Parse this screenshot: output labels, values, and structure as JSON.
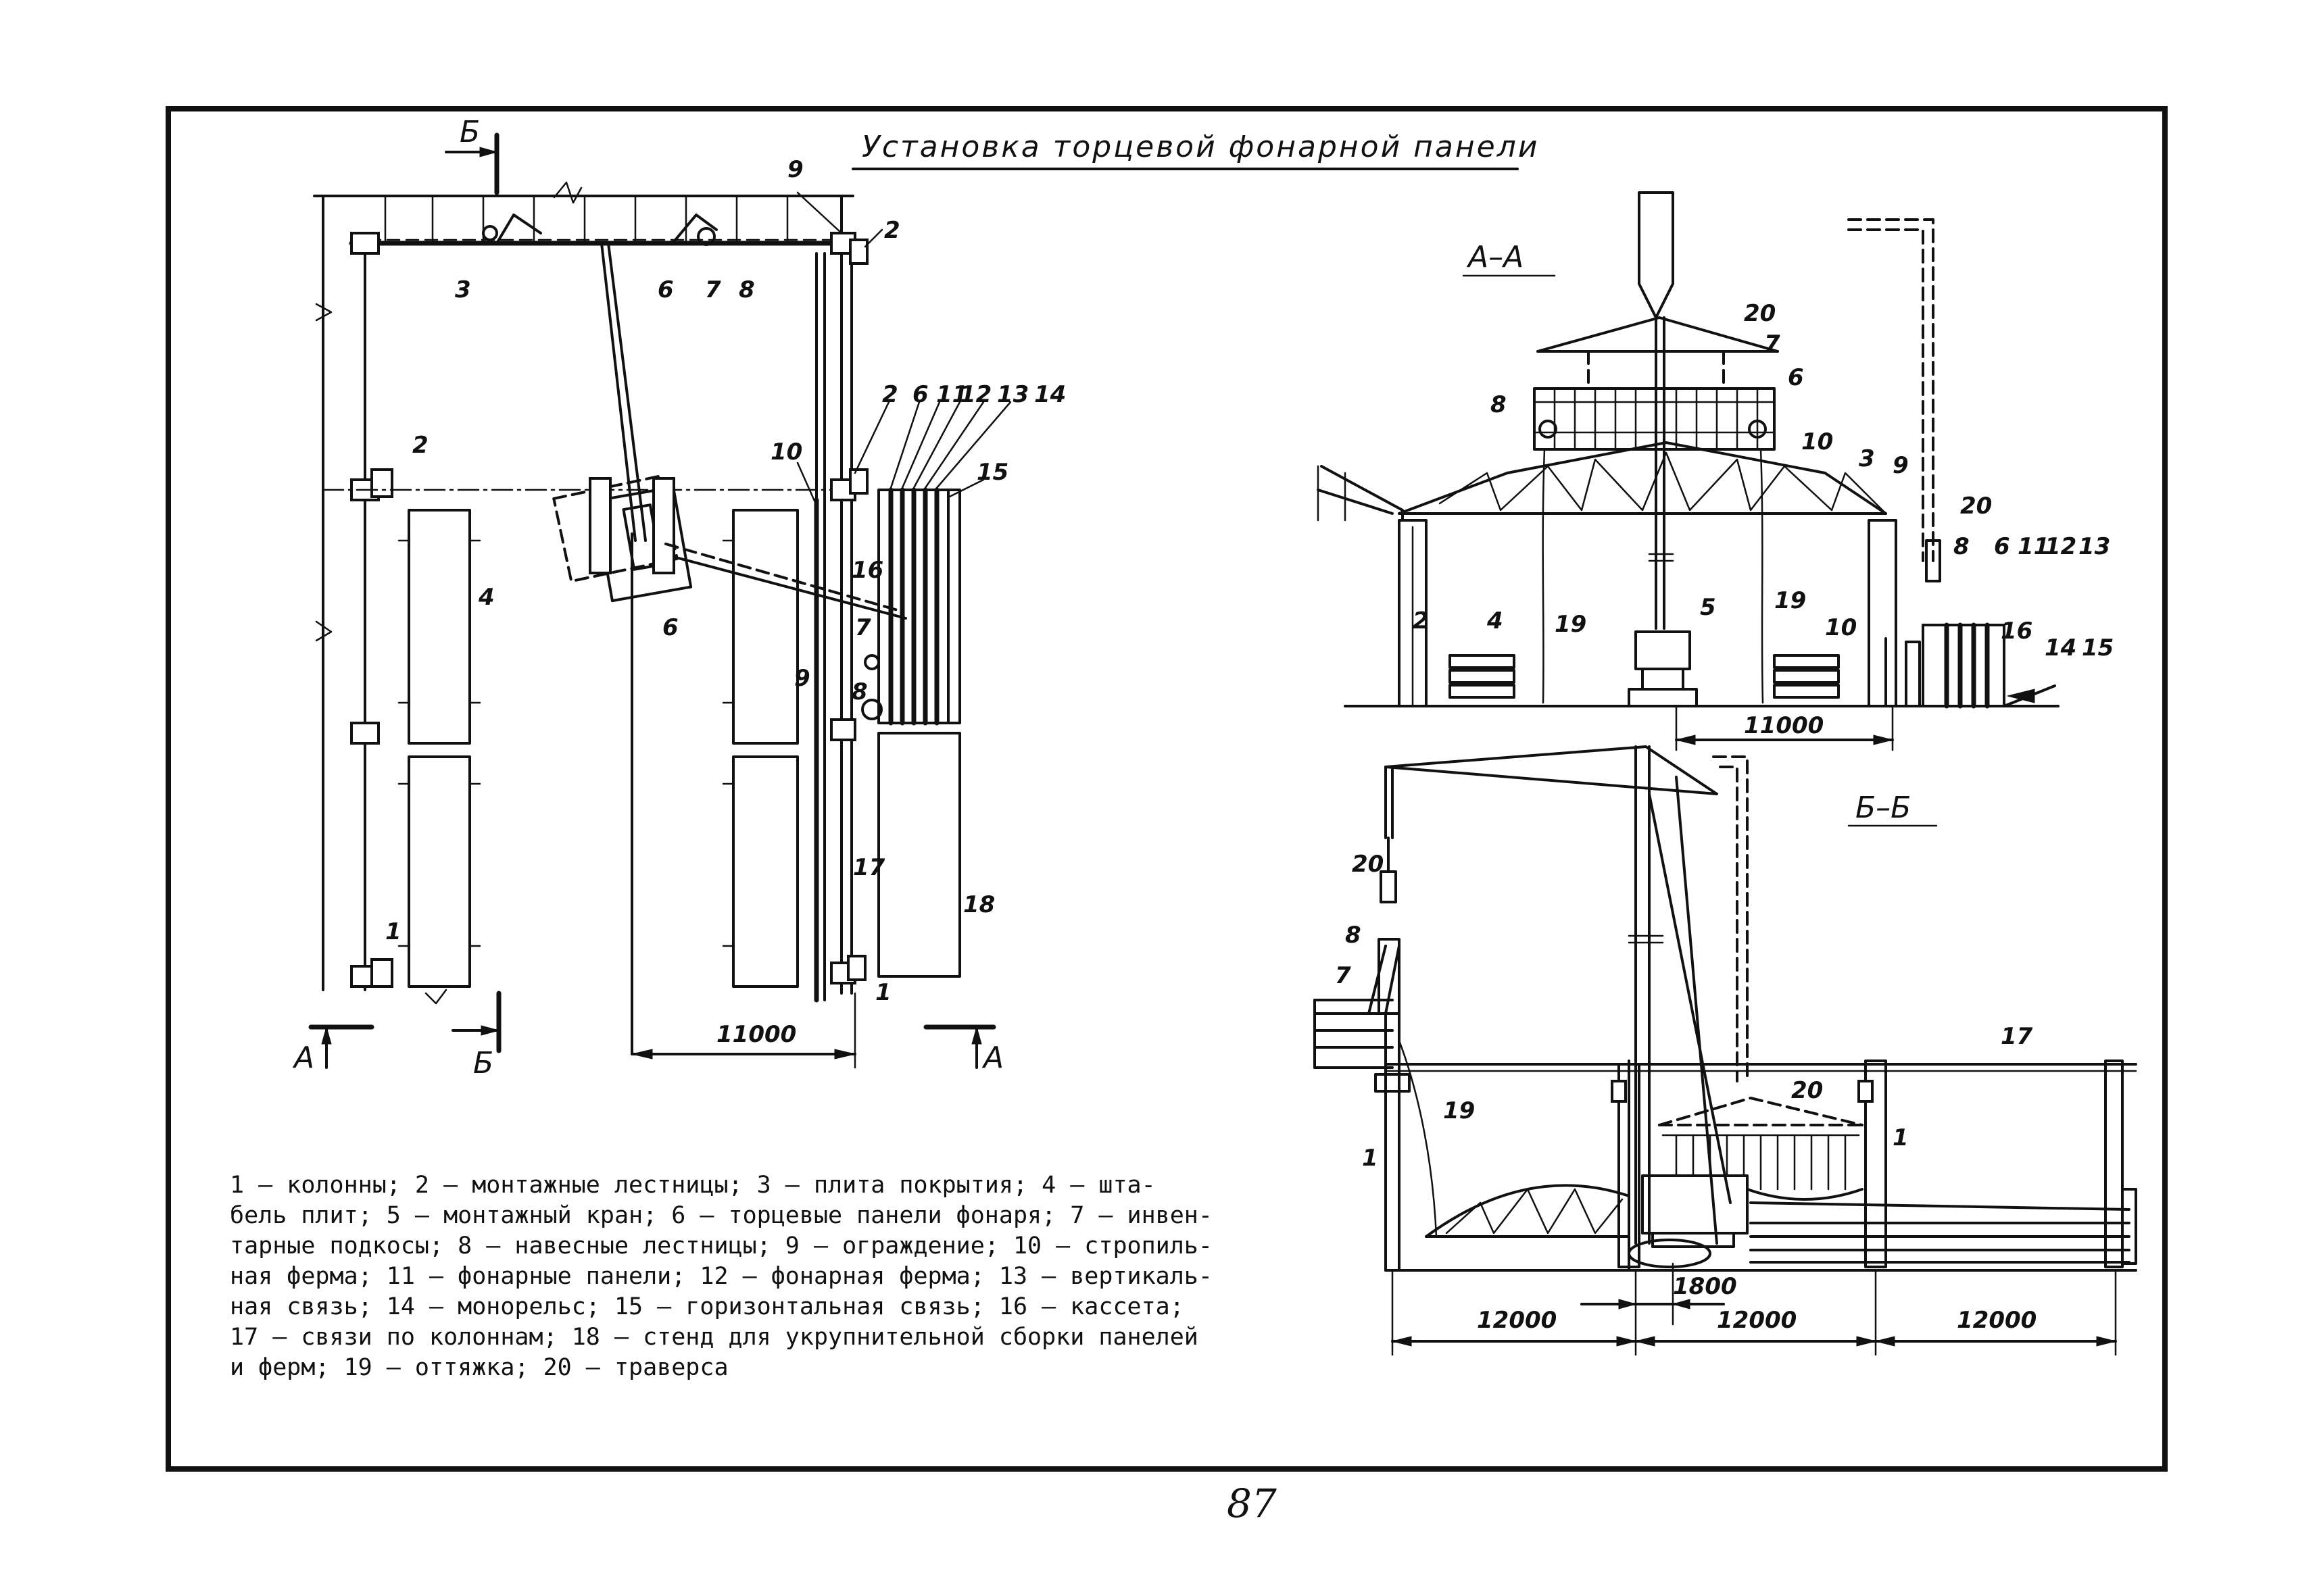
{
  "title": "Установка торцевой фонарной панели",
  "plan": {
    "section_marks": {
      "b_top": "Б",
      "b_bottom": "Б",
      "a_left": "А",
      "a_right": "А"
    },
    "dimension": "11000",
    "labels": {
      "l9": "9",
      "l2a": "2",
      "l3": "3",
      "l6a": "6",
      "l7a": "7",
      "l8a": "8",
      "l2b": "2",
      "l4": "4",
      "l1": "1",
      "l6b": "6",
      "l10": "10",
      "l2c": "2",
      "l6c": "6",
      "l11": "11",
      "l12": "12",
      "l13": "13",
      "l14": "14",
      "l15": "15",
      "l16": "16",
      "l7b": "7",
      "l8b": "8",
      "l9b": "9",
      "l17": "17",
      "l18": "18",
      "l1b": "1"
    }
  },
  "section_aa": {
    "mark": "А–А",
    "dimension": "11000",
    "labels": {
      "l20a": "20",
      "l7": "7",
      "l8": "8",
      "l6": "6",
      "l10": "10",
      "l3": "3",
      "l9": "9",
      "l2": "2",
      "l4": "4",
      "l19a": "19",
      "l5": "5",
      "l19b": "19",
      "l10b": "10",
      "l20b": "20",
      "l8b": "8",
      "l6b": "6",
      "l11": "11",
      "l12": "12",
      "l13": "13",
      "l16": "16",
      "l14": "14",
      "l15": "15"
    }
  },
  "section_bb": {
    "mark": "Б–Б",
    "dimensions": {
      "d1": "12000",
      "d2": "12000",
      "d3": "12000",
      "d4": "1800"
    },
    "labels": {
      "l20a": "20",
      "l8": "8",
      "l7": "7",
      "l17": "17",
      "l20b": "20",
      "l19": "19",
      "l1a": "1",
      "l1b": "1"
    }
  },
  "legend": {
    "lines": [
      "1 – колонны; 2 – монтажные лестницы; 3 – плита покрытия; 4 – шта-",
      "бель плит; 5 – монтажный кран; 6 – торцевые панели фонаря; 7 – инвен-",
      "тарные подкосы; 8 – навесные лестницы; 9 – ограждение; 10 – стропиль-",
      "ная ферма; 11 – фонарные панели; 12 – фонарная ферма; 13 – вертикаль-",
      "ная связь; 14 – монорельс; 15 – горизонтальная связь; 16 – кассета;",
      "17 – связи по колоннам; 18 – стенд для укрупнительной сборки панелей",
      "и ферм; 19 – оттяжка; 20 – траверса"
    ]
  },
  "page_number": "87"
}
